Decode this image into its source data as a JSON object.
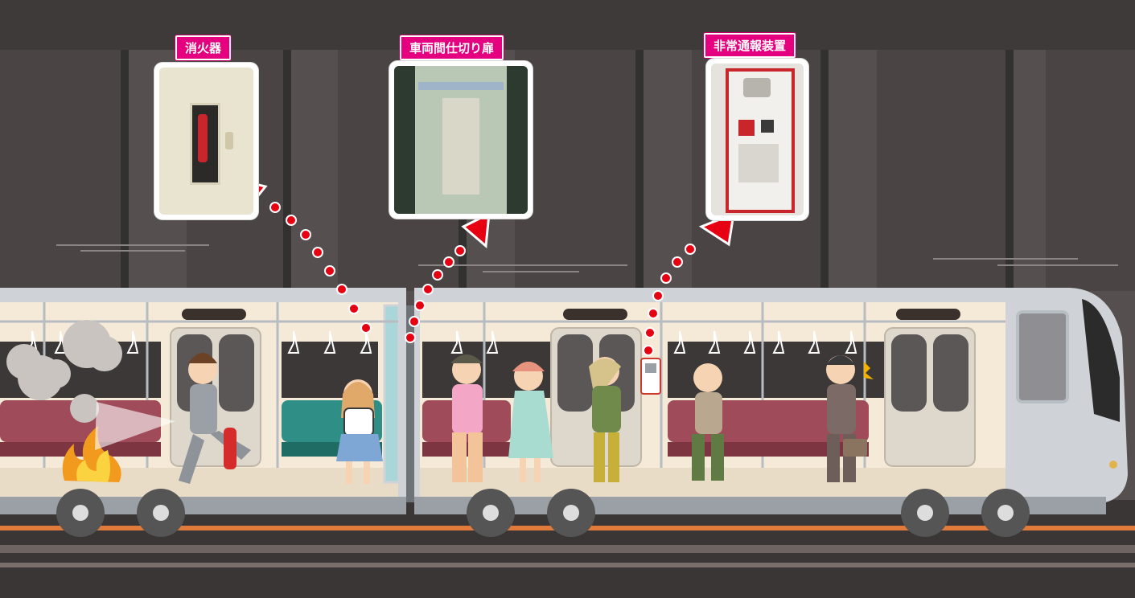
{
  "callouts": {
    "extinguisher": {
      "label": "消火器",
      "icon": "fire-extinguisher-cabinet-photo"
    },
    "partition_door": {
      "label": "車両間仕切り扉",
      "icon": "partition-door-photo"
    },
    "intercom": {
      "label": "非常通報装置",
      "icon": "emergency-intercom-photo"
    }
  },
  "colors": {
    "tunnel": "#55504f",
    "pillar": "#3e3a39",
    "callout_label": "#e4007f",
    "dotted_arrow": "#e60012",
    "car_interior": "#f5ead8",
    "seat_red": "#a04b5a",
    "seat_green": "#2f8f86"
  }
}
